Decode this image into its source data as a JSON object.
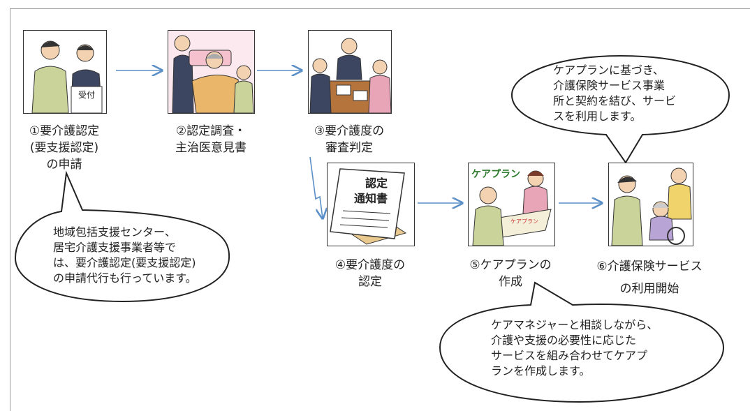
{
  "steps": [
    {
      "line1": "①要介護認定",
      "line2": "(要支援認定)",
      "line3": "の申請"
    },
    {
      "line1": "②認定調査・",
      "line2": "主治医意見書"
    },
    {
      "line1": "③要介護度の",
      "line2": "審査判定"
    },
    {
      "line1": "④要介護度の",
      "line2": "認定"
    },
    {
      "line1": "⑤ケアプランの",
      "line2": "作成"
    },
    {
      "line1": "⑥介護保険サービス",
      "line2": "の利用開始"
    }
  ],
  "illustrations": {
    "reception_sign": "受付",
    "notice_title_1": "認定",
    "notice_title_2": "通知書",
    "careplan_word": "ケアプラン",
    "careplan_sheet": "ケアプラン"
  },
  "bubbles": {
    "left": [
      "地域包括支援センター、",
      "居宅介護支援事業者等で",
      "は、要介護認定(要支援認定)",
      "の申請代行も行っています。"
    ],
    "top_right": [
      "ケアプランに基づき、",
      "介護保険サービス事業",
      "所と契約を結び、サービ",
      "スを利用します。"
    ],
    "bottom_right": [
      "ケアマネジャーと相談しながら、",
      "介護や支援の必要性に応じた",
      "サービスを組み合わせてケアプ",
      "ランを作成します。"
    ]
  },
  "colors": {
    "arrow": "#5b8fc7",
    "outline": "#333333"
  }
}
